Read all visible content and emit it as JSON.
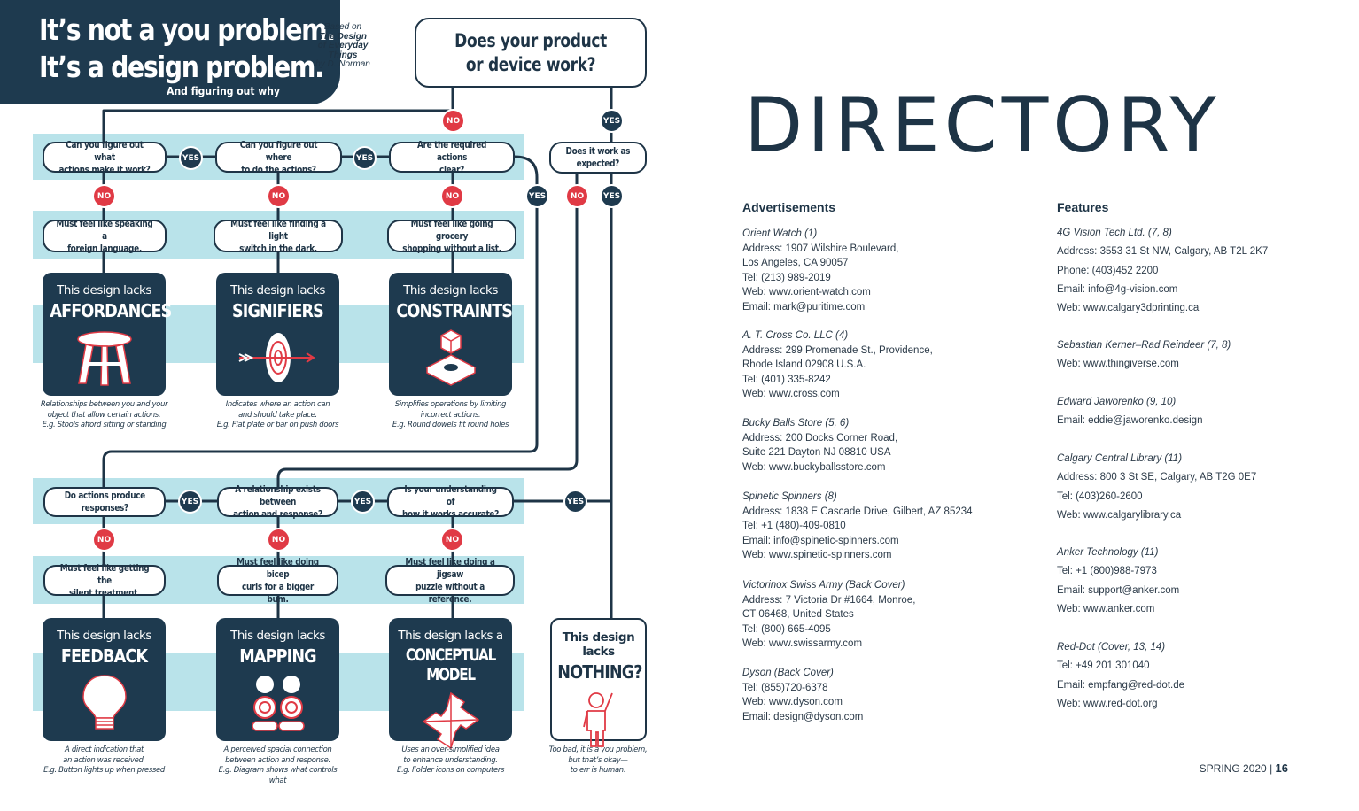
{
  "flowchart": {
    "title_line1": "It’s not a you problem.",
    "title_line2": "It’s a design problem.",
    "subtitle": "And figuring out why",
    "based_on": [
      "Based on",
      "The Design",
      "of Everyday",
      "Things",
      "by D. Norman"
    ],
    "top_question": [
      "Does your product",
      "or device work?"
    ],
    "yes_label": "YES",
    "no_label": "NO",
    "questions": [
      [
        "Can you figure out what",
        "actions make it work?"
      ],
      [
        "Can you figure out where",
        "to do the actions?"
      ],
      [
        "Are the required actions",
        "clear?"
      ],
      [
        "Does it work as",
        "expected?"
      ],
      [
        "Do actions produce",
        "responses?"
      ],
      [
        "A relationship exists between",
        "action and response?"
      ],
      [
        "Is your understanding of",
        "how it works accurate?"
      ]
    ],
    "feelings": [
      [
        "Must feel like speaking a",
        "foreign language."
      ],
      [
        "Must feel like finding a light",
        "switch in the dark."
      ],
      [
        "Must feel like going grocery",
        "shopping without a list."
      ],
      [
        "Must feel like getting the",
        "silent treatment."
      ],
      [
        "Must feel like doing bicep",
        "curls for a bigger bum."
      ],
      [
        "Must feel like doing a jigsaw",
        "puzzle without a reference."
      ]
    ],
    "boxes": [
      {
        "line1": "This design lacks",
        "line2": "AFFORDANCES",
        "icon": "stool-icon"
      },
      {
        "line1": "This design lacks",
        "line2": "SIGNIFIERS",
        "icon": "target-arrow-icon"
      },
      {
        "line1": "This design lacks",
        "line2": "CONSTRAINTS",
        "icon": "dowel-block-icon"
      },
      {
        "line1": "This design lacks",
        "line2": "FEEDBACK",
        "icon": "lightbulb-icon"
      },
      {
        "line1": "This design lacks",
        "line2": "MAPPING",
        "icon": "stove-burners-icon"
      },
      {
        "line1": "This design lacks a",
        "line2": "CONCEPTUAL MODEL",
        "icon": "puzzle-icon"
      },
      {
        "line1": "This design lacks",
        "line2": "NOTHING?",
        "icon": "person-hand-raised-icon"
      }
    ],
    "captions": [
      [
        "Relationships between you and your",
        "object that allow certain actions.",
        "E.g. Stools afford sitting or standing"
      ],
      [
        "Indicates where an action can",
        "and should take place.",
        "E.g. Flat plate or bar on push doors"
      ],
      [
        "Simplifies operations by limiting",
        "incorrect actions.",
        "E.g. Round dowels fit round holes"
      ],
      [
        "A direct indication that",
        "an action was received.",
        "E.g. Button lights up when pressed"
      ],
      [
        "A perceived spacial connection",
        "between action and response.",
        "E.g. Diagram shows what controls what"
      ],
      [
        "Uses an over-simplified idea",
        "to enhance understanding.",
        "E.g. Folder icons on computers"
      ],
      [
        "Too bad, it is a you problem,",
        "but that’s okay—",
        "to err is human."
      ]
    ]
  },
  "directory": {
    "title": "DIRECTORY",
    "advertisements_heading": "Advertisements",
    "features_heading": "Features",
    "advertisements": [
      {
        "name": "Orient Watch (1)",
        "lines": [
          "Address: 1907 Wilshire Boulevard,",
          "Los Angeles, CA 90057",
          "Tel: (213) 989-2019",
          "Web: www.orient-watch.com",
          "Email: mark@puritime.com"
        ]
      },
      {
        "name": "A. T. Cross Co. LLC (4)",
        "lines": [
          "Address: 299 Promenade St., Providence,",
          "Rhode Island 02908 U.S.A.",
          "Tel: (401) 335-8242",
          "Web: www.cross.com"
        ]
      },
      {
        "name": "Bucky Balls Store (5, 6)",
        "lines": [
          "Address: 200 Docks Corner Road,",
          "Suite 221 Dayton NJ 08810 USA",
          "Web: www.buckyballsstore.com"
        ]
      },
      {
        "name": "Spinetic Spinners (8)",
        "lines": [
          "Address: 1838 E Cascade Drive, Gilbert, AZ 85234",
          "Tel: +1 (480)-409-0810",
          "Email: info@spinetic-spinners.com",
          "Web: www.spinetic-spinners.com"
        ]
      },
      {
        "name": "Victorinox Swiss Army (Back Cover)",
        "lines": [
          "Address: 7 Victoria Dr #1664, Monroe,",
          "CT 06468, United States",
          "Tel: (800) 665-4095",
          "Web: www.swissarmy.com"
        ]
      },
      {
        "name": "Dyson (Back Cover)",
        "lines": [
          "Tel: (855)720-6378",
          "Web: www.dyson.com",
          "Email: design@dyson.com"
        ]
      }
    ],
    "features": [
      {
        "name": "4G Vision Tech Ltd. (7, 8)",
        "lines": [
          "Address: 3553 31 St NW, Calgary, AB T2L 2K7",
          "Phone: (403)452 2200",
          "Email: info@4g-vision.com",
          "Web: www.calgary3dprinting.ca"
        ]
      },
      {
        "name": "Sebastian Kerner–Rad Reindeer (7, 8)",
        "lines": [
          "Web: www.thingiverse.com"
        ]
      },
      {
        "name": "Edward Jaworenko (9, 10)",
        "lines": [
          "Email: eddie@jaworenko.design"
        ]
      },
      {
        "name": "Calgary Central Library (11)",
        "lines": [
          "Address: 800 3 St SE, Calgary, AB T2G 0E7",
          "Tel: (403)260-2600",
          "Web: www.calgarylibrary.ca"
        ]
      },
      {
        "name": "Anker Technology (11)",
        "lines": [
          "Tel: +1 (800)988-7973",
          "Email: support@anker.com",
          "Web: www.anker.com"
        ]
      },
      {
        "name": "Red-Dot (Cover, 13, 14)",
        "lines": [
          "Tel: +49 201 301040",
          "Email: empfang@red-dot.de",
          "Web: www.red-dot.org"
        ]
      }
    ],
    "footer_season": "SPRING 2020",
    "footer_separator": "|",
    "footer_page": "16"
  },
  "colors": {
    "navy": "#1e3a4f",
    "red": "#e03a45",
    "light_blue": "#b9e3ea"
  }
}
